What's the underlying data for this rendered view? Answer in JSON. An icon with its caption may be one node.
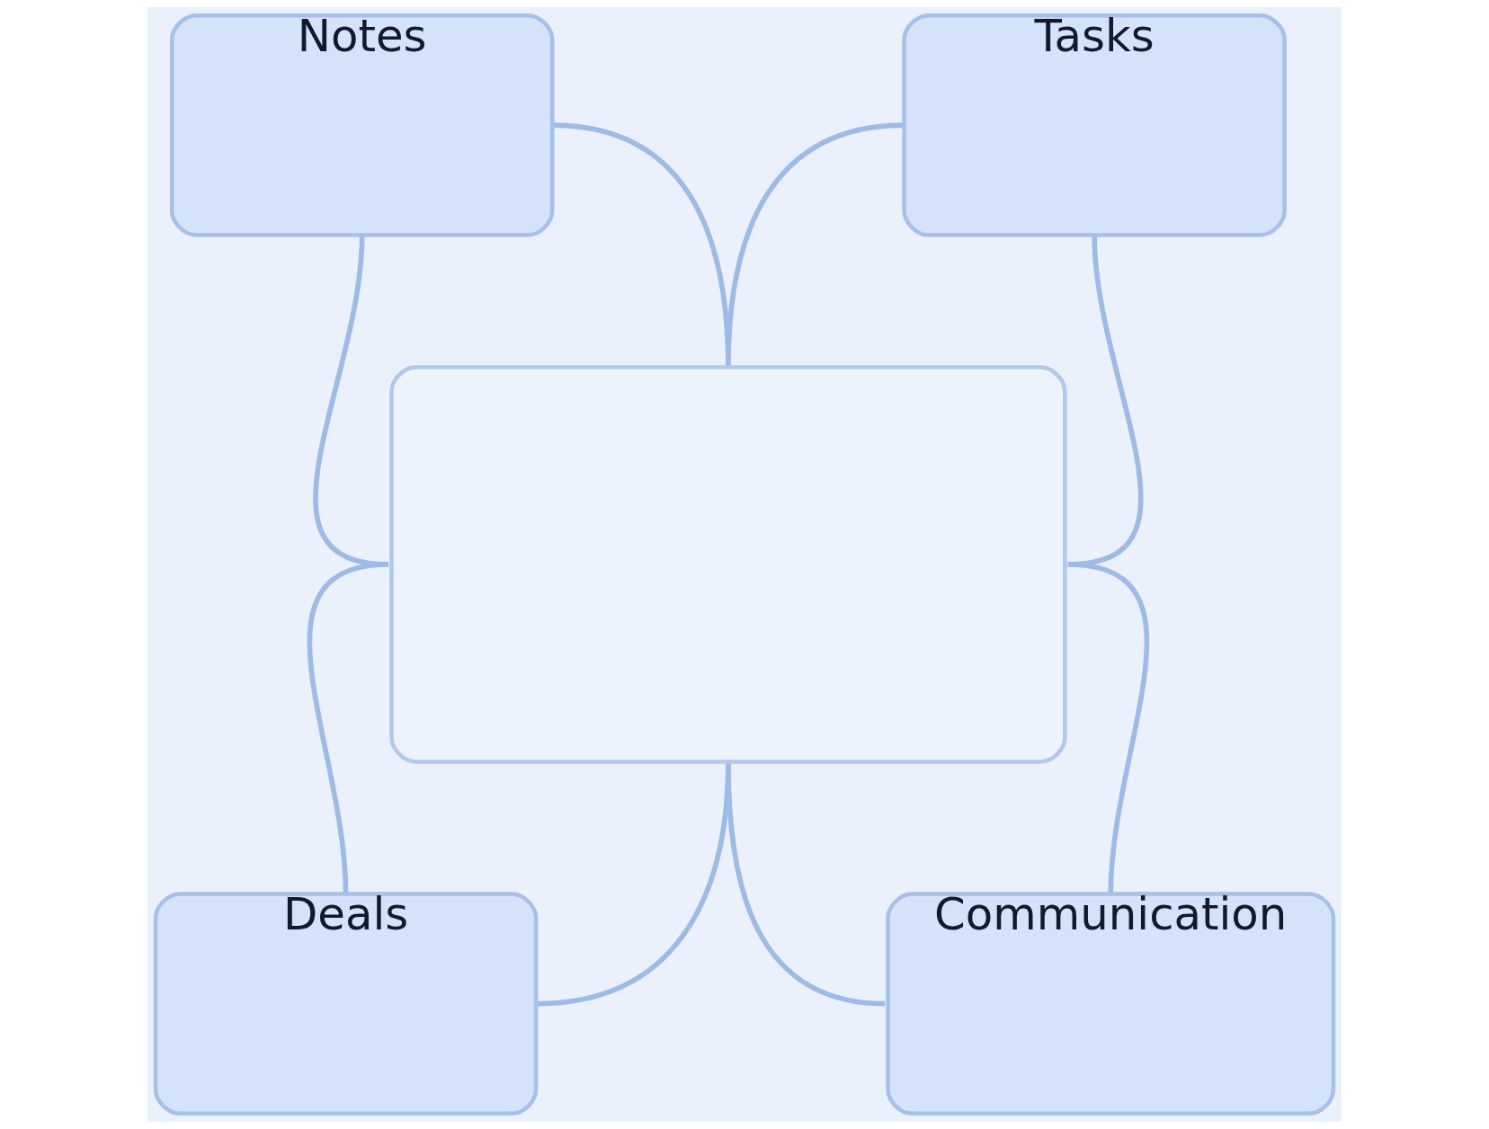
{
  "diagram": {
    "nodes": [
      {
        "text": [
          "Notes"
        ]
      },
      {
        "text": [
          "Tasks"
        ]
      },
      {
        "text": [],
        "shape": "box"
      },
      {
        "text": [
          "Deals"
        ]
      },
      {
        "text": [
          "Communication"
        ]
      }
    ],
    "edges": [
      {
        "from": 0,
        "to": 2,
        "arrow": "none"
      },
      {
        "from": 0,
        "to": 2,
        "arrow": "none"
      },
      {
        "from": 1,
        "to": 2,
        "arrow": "none"
      },
      {
        "from": 1,
        "to": 2,
        "arrow": "none"
      },
      {
        "from": 2,
        "to": 3,
        "arrow": "none"
      },
      {
        "from": 2,
        "to": 3,
        "arrow": "none"
      },
      {
        "from": 2,
        "to": 4,
        "arrow": "none"
      },
      {
        "from": 2,
        "to": 4,
        "arrow": "none"
      }
    ]
  }
}
